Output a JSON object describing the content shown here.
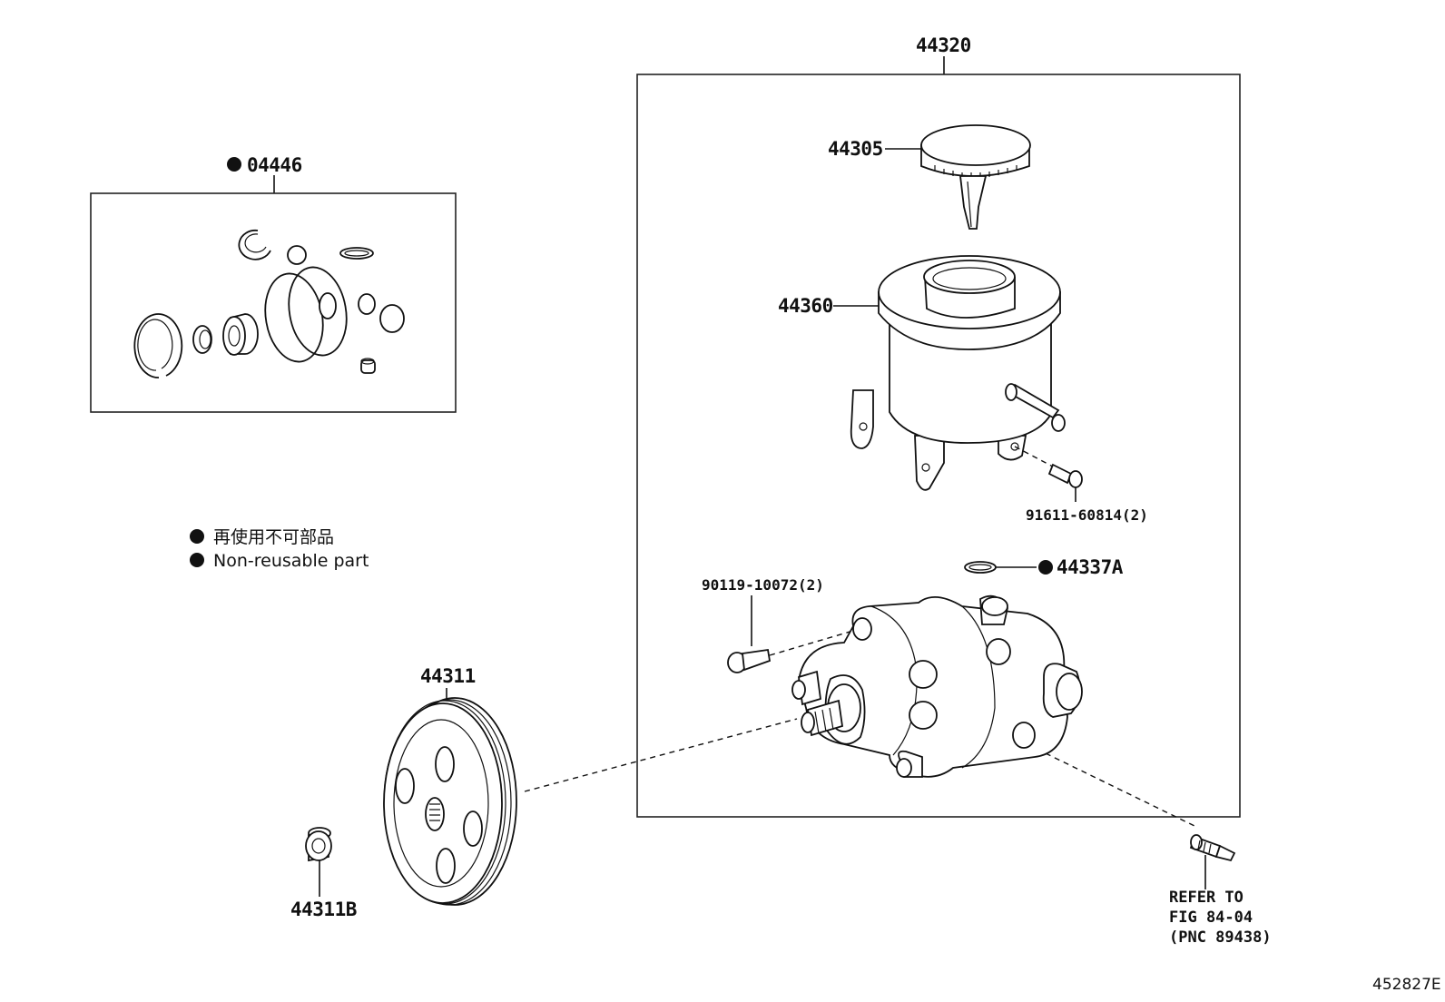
{
  "diagram_id": "452827E",
  "legend": {
    "jp": "再使用不可部品",
    "en": "Non-reusable part"
  },
  "parts": {
    "p04446": "04446",
    "p44320": "44320",
    "p44305": "44305",
    "p44360": "44360",
    "p91611": "91611-60814(2)",
    "p44337A": "44337A",
    "p90119": "90119-10072(2)",
    "p44311": "44311",
    "p44311B": "44311B"
  },
  "refer": {
    "line1": "REFER TO",
    "line2": "FIG 84-04",
    "line3": "(PNC 89438)"
  }
}
